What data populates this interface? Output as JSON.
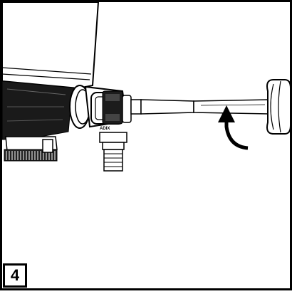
{
  "figure": {
    "step_number": "4",
    "fitting_stamp": "ADIX",
    "accent_color": "#000000",
    "background_color": "#ffffff",
    "arrow_direction": "counter-clockwise-upward"
  }
}
